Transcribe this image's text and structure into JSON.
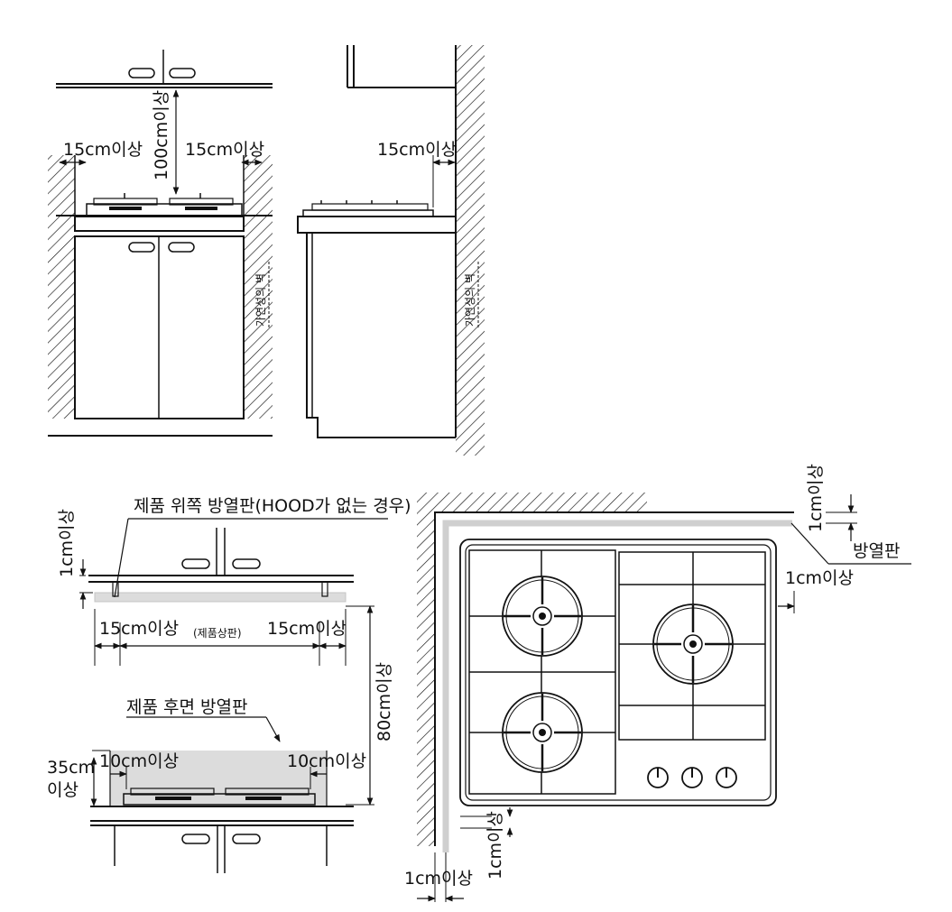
{
  "labels": {
    "clearance_15": "15cm이상",
    "clearance_100": "100cm이상",
    "flammable_wall": "가연성의 벽",
    "top_heat_shield": "제품 위쪽 방열판(HOOD가 없는 경우)",
    "clearance_1": "1cm이상",
    "product_top": "(제품상판)",
    "clearance_80": "80cm이상",
    "rear_heat_shield": "제품 후면 방열판",
    "clearance_35_a": "35cm",
    "clearance_35_b": "이상",
    "clearance_10": "10cm이상",
    "heat_shield": "방열판"
  },
  "colors": {
    "line": "#111111",
    "shield_gray": "#dcdcdc",
    "shield_stroke": "#c4c4c4",
    "background": "#ffffff"
  }
}
